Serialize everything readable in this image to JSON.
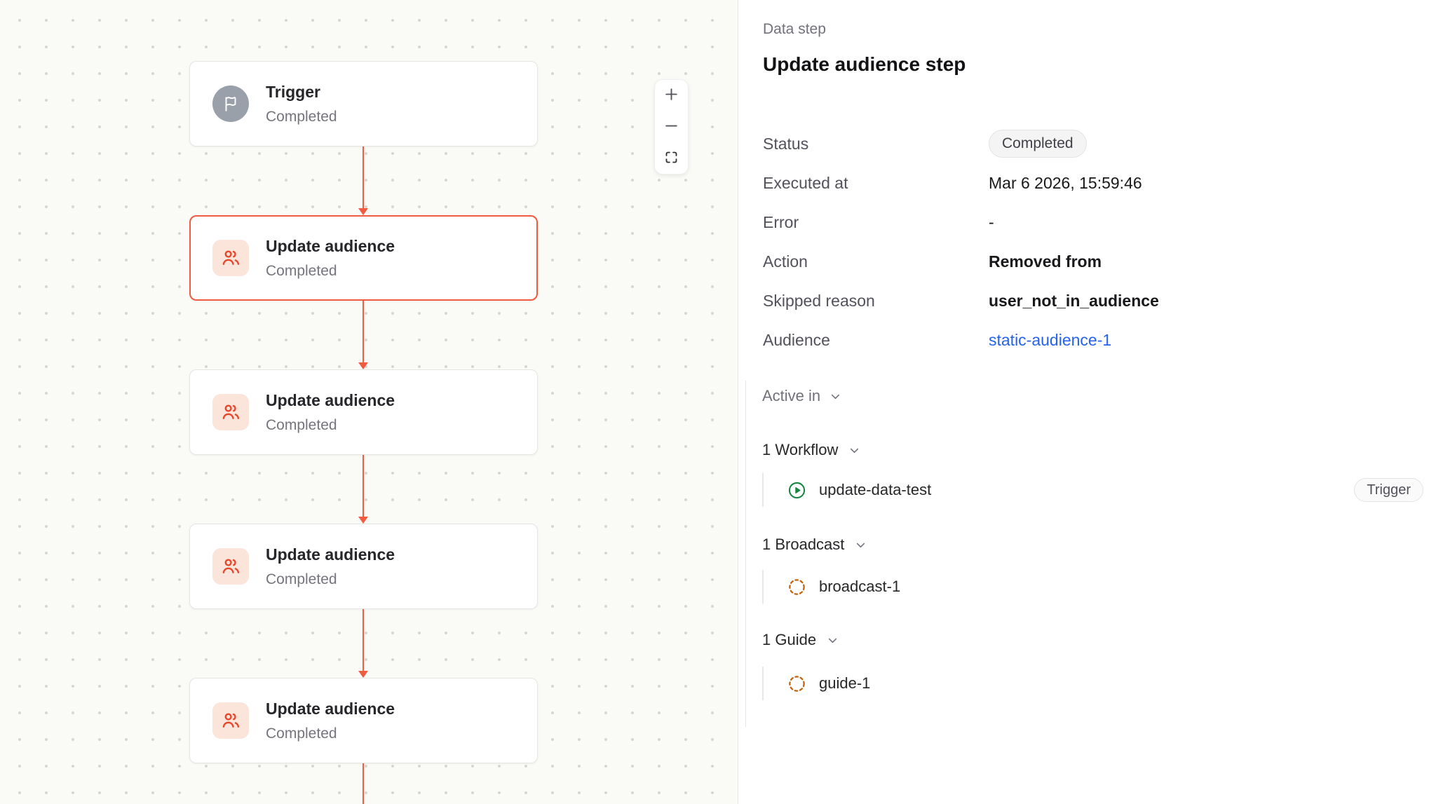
{
  "canvas": {
    "nodes": [
      {
        "title": "Trigger",
        "status": "Completed",
        "type": "trigger",
        "selected": false
      },
      {
        "title": "Update audience",
        "status": "Completed",
        "type": "audience",
        "selected": true
      },
      {
        "title": "Update audience",
        "status": "Completed",
        "type": "audience",
        "selected": false
      },
      {
        "title": "Update audience",
        "status": "Completed",
        "type": "audience",
        "selected": false
      },
      {
        "title": "Update audience",
        "status": "Completed",
        "type": "audience",
        "selected": false
      }
    ],
    "zoom_controls": {
      "zoom_in_icon": "plus-icon",
      "zoom_out_icon": "minus-icon",
      "fit_view_icon": "fit-view-icon"
    }
  },
  "panel": {
    "eyebrow": "Data step",
    "title": "Update audience step",
    "fields": [
      {
        "label": "Status",
        "value": "Completed",
        "kind": "badge"
      },
      {
        "label": "Executed at",
        "value": "Mar 6 2026, 15:59:46",
        "kind": "text"
      },
      {
        "label": "Error",
        "value": "-",
        "kind": "text"
      },
      {
        "label": "Action",
        "value": "Removed from",
        "kind": "strong"
      },
      {
        "label": "Skipped reason",
        "value": "user_not_in_audience",
        "kind": "strong"
      },
      {
        "label": "Audience",
        "value": "static-audience-1",
        "kind": "link"
      }
    ],
    "active_in": {
      "label": "Active in",
      "groups": [
        {
          "header": "1 Workflow",
          "items": [
            {
              "name": "update-data-test",
              "icon": "play-circle-icon",
              "badge": "Trigger"
            }
          ]
        },
        {
          "header": "1 Broadcast",
          "items": [
            {
              "name": "broadcast-1",
              "icon": "dashed-circle-icon"
            }
          ]
        },
        {
          "header": "1 Guide",
          "items": [
            {
              "name": "guide-1",
              "icon": "dashed-circle-icon"
            }
          ]
        }
      ]
    }
  },
  "colors": {
    "accent_red": "#f15b40",
    "icon_red": "#e8462b",
    "icon_red_bg": "#fbe4da",
    "trigger_gray": "#99a0a9",
    "link_blue": "#2563eb",
    "workflow_green": "#168742",
    "broadcast_orange": "#c2620a",
    "canvas_bg": "#fafaf7"
  }
}
